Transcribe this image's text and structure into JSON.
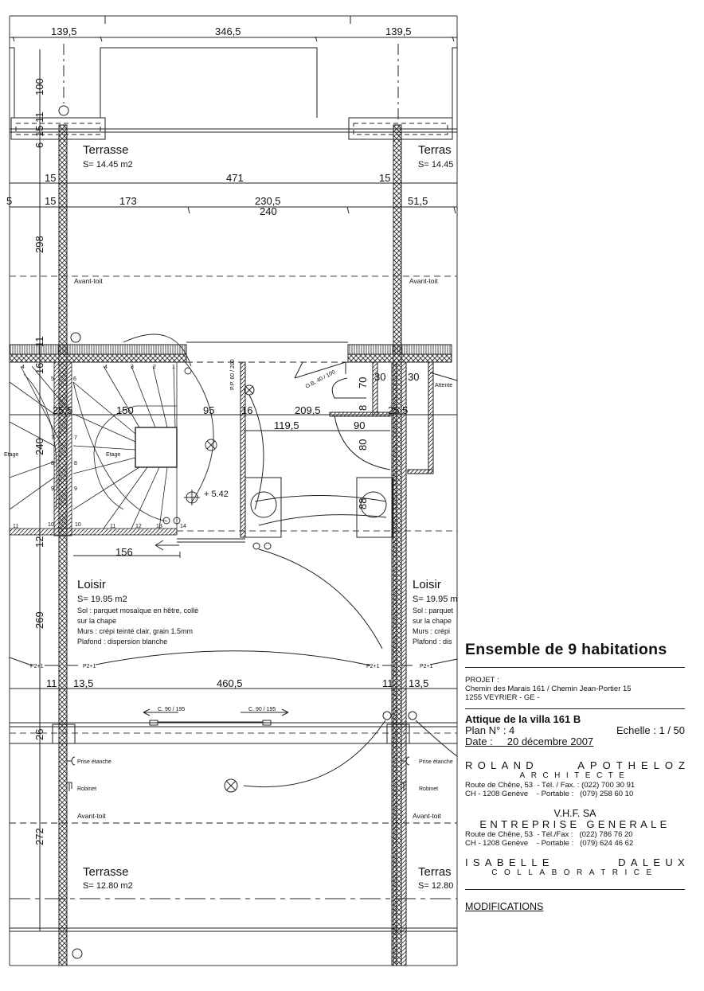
{
  "drawing": {
    "top_dims": [
      "139,5",
      "346,5",
      "139,5"
    ],
    "left_dims": [
      "100",
      "11",
      "6",
      "15",
      "298",
      "11",
      "16",
      "240",
      "12",
      "269",
      "26",
      "272"
    ],
    "dims_row1": {
      "a": "15",
      "b": "471",
      "c": "15"
    },
    "dims_row2": {
      "a": "15",
      "b": "173",
      "c": "230,5",
      "d": "240",
      "e": "51,5",
      "f": "5"
    },
    "stair_dims": {
      "a": "25,5",
      "b": "150",
      "c": "95",
      "d": "16",
      "e": "209,5",
      "f": "25,5",
      "g": "119,5",
      "h": "90",
      "i": "30",
      "j": "30",
      "k": "70",
      "l": "8",
      "m": "80",
      "n": "88",
      "o": "156"
    },
    "bottom_dims": {
      "a": "11",
      "b": "13,5",
      "c": "460,5",
      "d": "11",
      "e": "13,5"
    },
    "level": "+ 5.42",
    "door_pp": "P.P. 60 / 200",
    "door_ob": "O.B. 40 / 100",
    "slide_left": "C. 90 / 195",
    "slide_right": "C. 90 / 195",
    "etage": "Etage",
    "attente": "Attente",
    "stair_numbers": [
      "1",
      "2",
      "3",
      "4",
      "5",
      "6",
      "7",
      "8",
      "9",
      "10",
      "11",
      "12",
      "13",
      "14"
    ],
    "socket_label": "P2+1",
    "rooms": {
      "terrasse_top": {
        "name": "Terrasse",
        "area": "S= 14.45 m2"
      },
      "terrasse_top_right": {
        "name": "Terras",
        "area": "S= 14.45"
      },
      "loisir": {
        "name": "Loisir",
        "area": "S= 19.95 m2",
        "sol": "Sol : parquet mosaïque en hêtre, collé",
        "sol2": "sur la chape",
        "murs": "Murs : crépi teinté clair, grain 1.5mm",
        "plafond": "Plafond : dispersion blanche"
      },
      "loisir_right": {
        "name": "Loisir",
        "area": "S= 19.95 m",
        "sol": "Sol : parquet",
        "sol2": "sur la chape",
        "murs": "Murs : crépi",
        "plafond": "Plafond : dis"
      },
      "terrasse_bottom": {
        "name": "Terrasse",
        "area": "S= 12.80 m2"
      },
      "terrasse_bottom_right": {
        "name": "Terras",
        "area": "S= 12.80"
      }
    },
    "avant_toit_top": "Avant-toit",
    "avant_toit_bottom": "Avant-toit",
    "prise": "Prise étanche",
    "robinet": "Robinet"
  },
  "cartouche": {
    "title": "Ensemble  de  9 habitations",
    "projet_label": "PROJET :",
    "address1": "Chemin des Marais 161   /   Chemin Jean-Portier 15",
    "address2": "1255   VEYRIER   - GE -",
    "plan_title": "Attique de la villa 161 B",
    "plan_no": "Plan N° :  4",
    "echelle": "Echelle : 1 / 50",
    "date_label": "Date :",
    "date_value": "20 décembre 2007",
    "architect_first": "ROLAND",
    "architect_last": "APOTHELOZ",
    "architect_role": "ARCHITECTE",
    "arch_addr1": "Route de Chêne, 53",
    "arch_tel_label": "- Tél. / Fax. :",
    "arch_tel": "(022) 700 30 91",
    "arch_addr2": "CH - 1208 Genève",
    "arch_port_label": "- Portable :",
    "arch_port": "(079) 258 60 10",
    "company": "V.H.F. SA",
    "company_role": "ENTREPRISE  GENERALE",
    "comp_addr1": "Route de Chêne, 53",
    "comp_tel_label": "- Tél./Fax :",
    "comp_tel": "(022) 786 76 20",
    "comp_addr2": "CH - 1208 Genève",
    "comp_port_label": "- Portable :",
    "comp_port": "(079) 624 46 62",
    "collab_first": "ISABELLE",
    "collab_last": "DALEUX",
    "collab_role": "COLLABORATRICE",
    "modifications": "MODIFICATIONS"
  }
}
